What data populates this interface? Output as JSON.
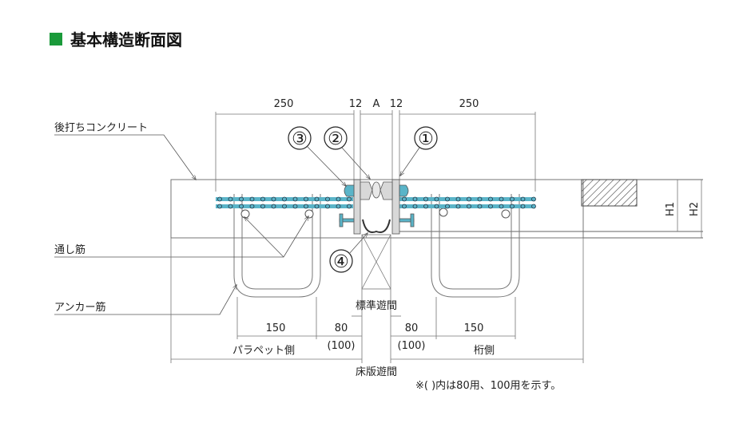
{
  "title": "基本構造断面図",
  "colors": {
    "title_marker": "#1a9a3a",
    "rebar": "#5ab4c8",
    "part": "#d8d8d8"
  },
  "dimensions_top": {
    "left": "250",
    "left_flange": "12",
    "gap": "A",
    "right_flange": "12",
    "right": "250"
  },
  "callouts": {
    "c1": "①",
    "c2": "②",
    "c3": "③",
    "c4": "④"
  },
  "labels": {
    "post_concrete": "後打ちコンクリート",
    "through_bar": "通し筋",
    "anchor_bar": "アンカー筋",
    "standard_gap": "標準遊間",
    "slab_gap": "床版遊間",
    "parapet_side": "パラペット側",
    "girder_side": "桁側",
    "h1": "H1",
    "h2": "H2"
  },
  "dimensions_bottom": {
    "left_150": "150",
    "left_80": "80",
    "left_100": "(100)",
    "right_80": "80",
    "right_100": "(100)",
    "right_150": "150"
  },
  "note": "※( )内は80用、100用を示す。"
}
